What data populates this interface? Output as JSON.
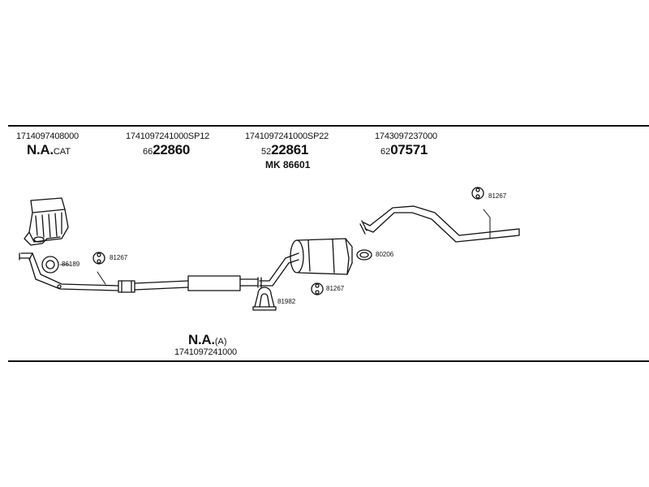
{
  "header_parts": [
    {
      "part_number": "1714097408000",
      "label_main": "N.A.",
      "label_suffix": "CAT"
    },
    {
      "part_number": "1741097241000SP12",
      "code_prefix": "66",
      "code_main": "22860"
    },
    {
      "part_number": "1741097241000SP22",
      "code_prefix": "52",
      "code_main": "22861",
      "extra": "MK 86601"
    },
    {
      "part_number": "1743097237000",
      "code_prefix": "62",
      "code_main": "07571"
    }
  ],
  "callouts": {
    "c_86189": "86189",
    "c_81267_a": "81267",
    "c_81267_b": "81267",
    "c_81267_c": "81267",
    "c_80206": "80206",
    "c_81982": "81982"
  },
  "bottom_part": {
    "label_main": "N.A.",
    "label_suffix": "(A)",
    "part_number": "1741097241000"
  },
  "colors": {
    "ink": "#111111",
    "background": "#ffffff"
  }
}
